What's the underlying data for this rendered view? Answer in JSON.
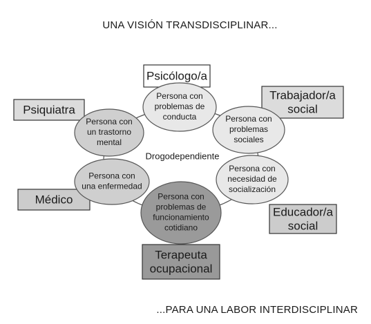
{
  "title_top": "UNA VISIÓN TRANSDISCIPLINAR...",
  "title_bottom": "...PARA UNA LABOR INTERDISCIPLINAR",
  "center": "Drogodependiente",
  "nodes": [
    {
      "id": "conducta",
      "lines": [
        "Persona con",
        "problemas de",
        "conducta"
      ]
    },
    {
      "id": "sociales",
      "lines": [
        "Persona con",
        "problemas",
        "sociales"
      ]
    },
    {
      "id": "socializacion",
      "lines": [
        "Persona con",
        "necesidad de",
        "socialización"
      ]
    },
    {
      "id": "funcionamiento",
      "lines": [
        "Persona con",
        "problemas de",
        "funcionamiento",
        "cotidiano"
      ]
    },
    {
      "id": "enfermedad",
      "lines": [
        "Persona con",
        "una enfermedad"
      ]
    },
    {
      "id": "trastorno",
      "lines": [
        "Persona con",
        "un trastorno",
        "mental"
      ]
    }
  ],
  "professionals": [
    {
      "id": "psicologo",
      "lines": [
        "Psicólogo/a"
      ]
    },
    {
      "id": "trabajador",
      "lines": [
        "Trabajador/a",
        "social"
      ]
    },
    {
      "id": "educador",
      "lines": [
        "Educador/a",
        "social"
      ]
    },
    {
      "id": "terapeuta",
      "lines": [
        "Terapeuta",
        "ocupacional"
      ]
    },
    {
      "id": "medico",
      "lines": [
        "Médico"
      ]
    },
    {
      "id": "psiquiatra",
      "lines": [
        "Psiquiatra"
      ]
    }
  ],
  "colors": {
    "ellipse_light": "#e8e8e8",
    "ellipse_mid": "#cfcfcf",
    "ellipse_dark": "#9a9a9a",
    "box_white": "#ffffff",
    "box_light": "#dcdcdc",
    "box_mid": "#cccccc",
    "box_dark": "#999999",
    "stroke": "#555555"
  }
}
